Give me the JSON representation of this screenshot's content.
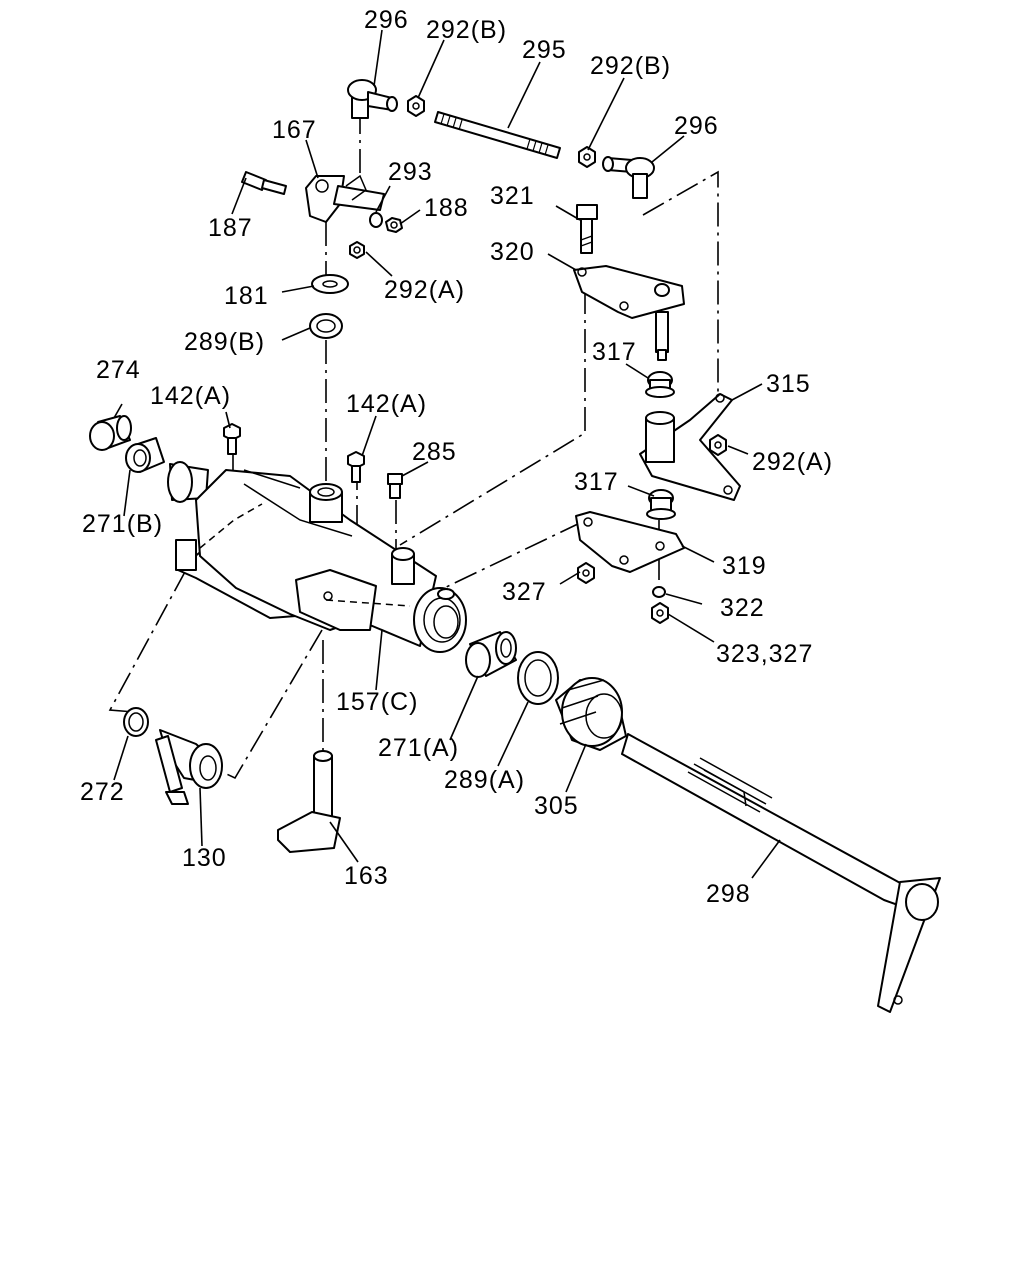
{
  "parts": [
    {
      "id": "p296a",
      "label": "296"
    },
    {
      "id": "p292ba",
      "label": "292(B)"
    },
    {
      "id": "p295",
      "label": "295"
    },
    {
      "id": "p292bb",
      "label": "292(B)"
    },
    {
      "id": "p296b",
      "label": "296"
    },
    {
      "id": "p167",
      "label": "167"
    },
    {
      "id": "p293",
      "label": "293"
    },
    {
      "id": "p188",
      "label": "188"
    },
    {
      "id": "p187",
      "label": "187"
    },
    {
      "id": "p321",
      "label": "321"
    },
    {
      "id": "p320",
      "label": "320"
    },
    {
      "id": "p181",
      "label": "181"
    },
    {
      "id": "p292aa",
      "label": "292(A)"
    },
    {
      "id": "p289b",
      "label": "289(B)"
    },
    {
      "id": "p317a",
      "label": "317"
    },
    {
      "id": "p274",
      "label": "274"
    },
    {
      "id": "p142aa",
      "label": "142(A)"
    },
    {
      "id": "p142ab",
      "label": "142(A)"
    },
    {
      "id": "p315",
      "label": "315"
    },
    {
      "id": "p285",
      "label": "285"
    },
    {
      "id": "p292ab",
      "label": "292(A)"
    },
    {
      "id": "p317b",
      "label": "317"
    },
    {
      "id": "p271b",
      "label": "271(B)"
    },
    {
      "id": "p319",
      "label": "319"
    },
    {
      "id": "p327",
      "label": "327"
    },
    {
      "id": "p322",
      "label": "322"
    },
    {
      "id": "p323",
      "label": "323,327"
    },
    {
      "id": "p157c",
      "label": "157(C)"
    },
    {
      "id": "p271a",
      "label": "271(A)"
    },
    {
      "id": "p272",
      "label": "272"
    },
    {
      "id": "p289a",
      "label": "289(A)"
    },
    {
      "id": "p305",
      "label": "305"
    },
    {
      "id": "p130",
      "label": "130"
    },
    {
      "id": "p163",
      "label": "163"
    },
    {
      "id": "p298",
      "label": "298"
    }
  ]
}
